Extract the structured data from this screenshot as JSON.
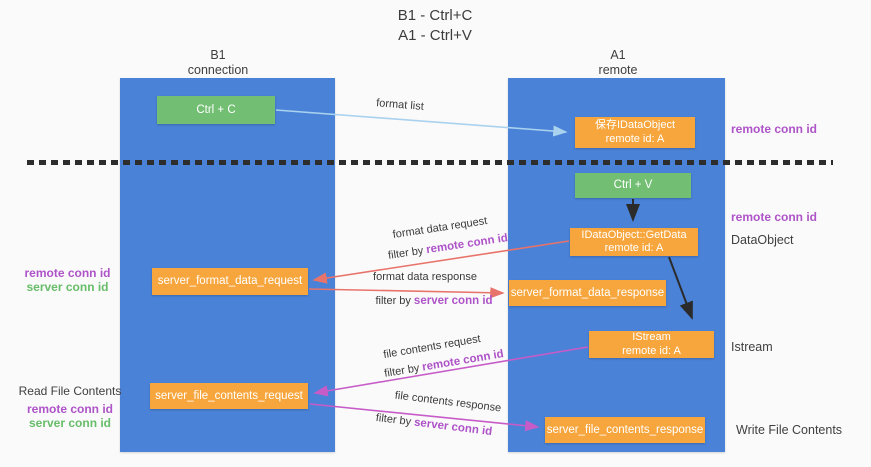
{
  "title": {
    "line1": "B1 - Ctrl+C",
    "line2": "A1 - Ctrl+V"
  },
  "lanes": {
    "b1": {
      "name": "B1",
      "role": "connection"
    },
    "a1": {
      "name": "A1",
      "role": "remote"
    }
  },
  "nodes": {
    "ctrl_c": "Ctrl + C",
    "store_idataobject": {
      "line1": "保存IDataObject",
      "line2": "remote id: A"
    },
    "ctrl_v": "Ctrl + V",
    "getdata": {
      "line1": "IDataObject::GetData",
      "line2": "remote id: A"
    },
    "format_request": "server_format_data_request",
    "format_response": "server_format_data_response",
    "istream": {
      "line1": "IStream",
      "line2": "remote id: A"
    },
    "file_request": "server_file_contents_request",
    "file_response": "server_file_contents_response"
  },
  "edge_labels": {
    "format_list": "format list",
    "format_data_request": "format data request",
    "format_data_response": "format data response",
    "file_contents_request": "file contents request",
    "file_contents_response": "file contents response",
    "filter_by": "filter by",
    "remote_conn_id": "remote conn id",
    "server_conn_id": "server conn id"
  },
  "side_labels": {
    "remote_conn_id": "remote conn id",
    "server_conn_id": "server conn id",
    "dataobject": "DataObject",
    "istream": "Istream",
    "read_file_contents": "Read File Contents",
    "write_file_contents": "Write File Contents"
  },
  "colors": {
    "lane_blue": "#4a82d7",
    "box_orange": "#f7a63d",
    "box_green": "#72bf73",
    "arrow_salmon": "#e8736b",
    "arrow_magenta": "#c75cc8",
    "arrow_light_blue": "#a9d2ee",
    "arrow_black": "#2b2b2b",
    "label_purple": "#ae53c8",
    "label_green": "#67bd69"
  }
}
